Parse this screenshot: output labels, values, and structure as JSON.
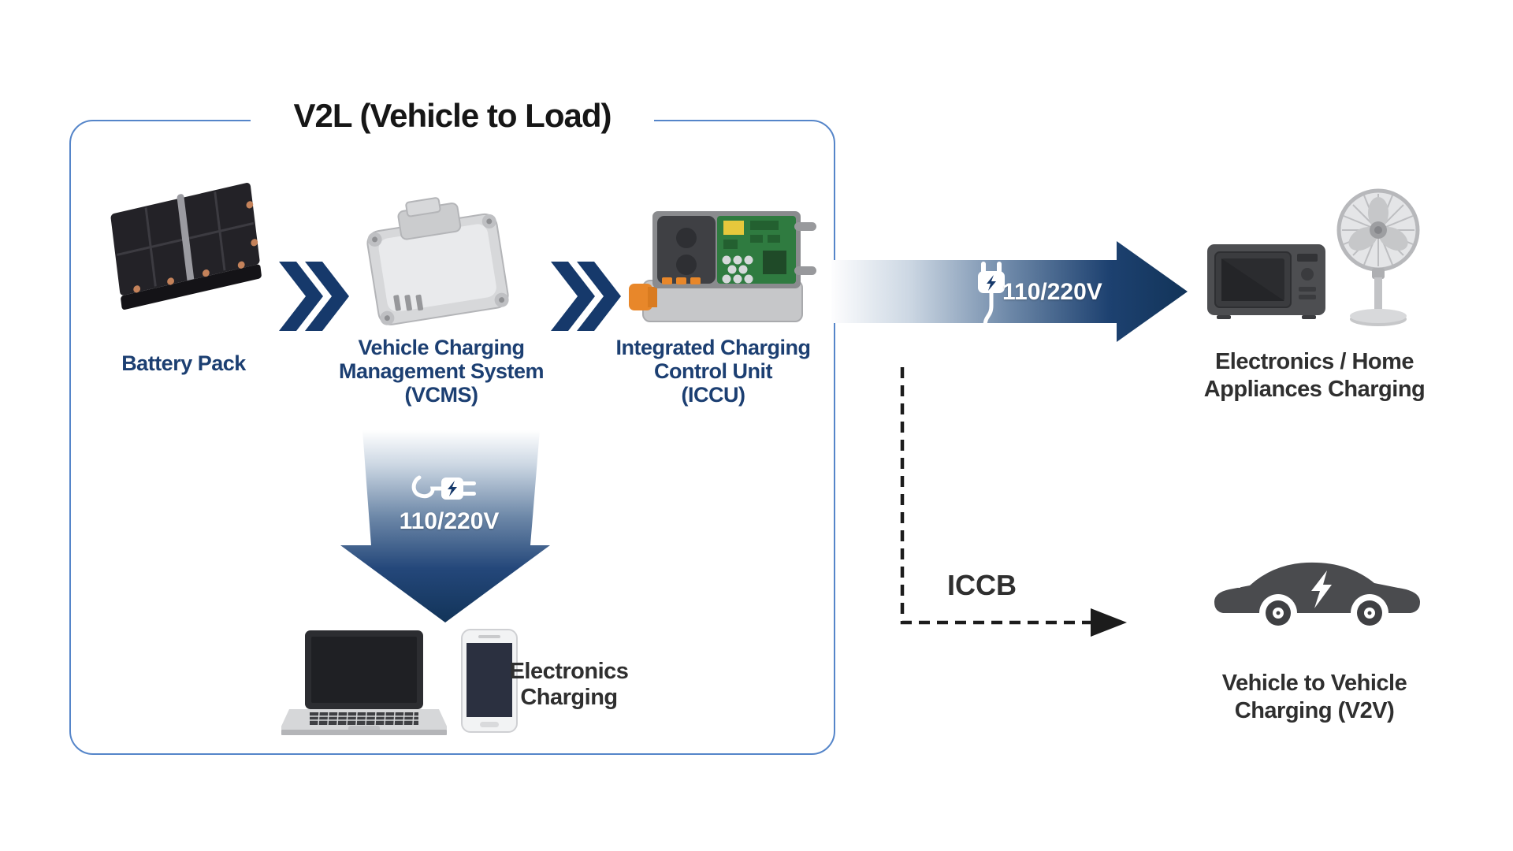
{
  "v2l": {
    "title": "V2L (Vehicle to Load)",
    "flow": [
      {
        "icon": "battery-pack-image",
        "lines": [
          "Battery Pack"
        ]
      },
      {
        "icon": "vcms-image",
        "lines": [
          "Vehicle Charging",
          "Management System",
          "(VCMS)"
        ]
      },
      {
        "icon": "iccu-image",
        "lines": [
          "Integrated Charging",
          "Control Unit",
          "(ICCU)"
        ]
      }
    ],
    "down_arrow": {
      "voltage": "110/220V",
      "icon": "power-plug-icon"
    },
    "electronics_label": {
      "lines": [
        "Electronics",
        "Charging"
      ]
    }
  },
  "right_arrow": {
    "voltage": "110/220V",
    "icon": "power-plug-icon"
  },
  "appliances_label": {
    "lines": [
      "Electronics / Home",
      "Appliances Charging"
    ]
  },
  "iccb": {
    "label": "ICCB"
  },
  "v2v_label": {
    "lines": [
      "Vehicle to Vehicle",
      "Charging (V2V)"
    ]
  },
  "colors": {
    "navy": "#16396b",
    "label_navy": "#1c3f72",
    "dark_text": "#2f2f2f",
    "box_border": "#5585c9",
    "arrow_gradient_dark": "#123459",
    "pcb_green": "#2f7b40",
    "connector_orange": "#e8872a"
  }
}
